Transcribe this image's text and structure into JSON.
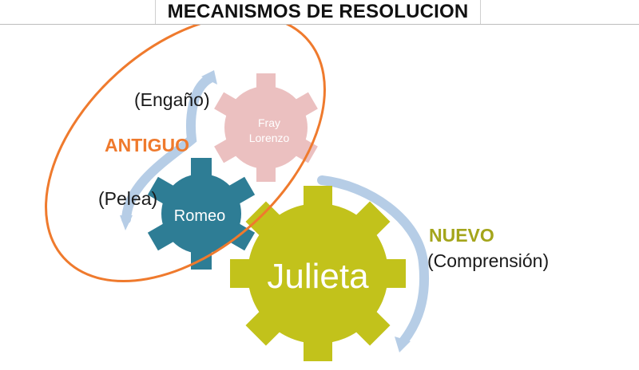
{
  "page_title": "MECANISMOS DE RESOLUCION",
  "labels": {
    "engano": "(Engaño)",
    "antiguo": "ANTIGUO",
    "pelea": "(Pelea)",
    "nuevo": "NUEVO",
    "comprension": "(Comprensión)"
  },
  "gears": {
    "fray_line1": "Fray",
    "fray_line2": "Lorenzo",
    "romeo": "Romeo",
    "julieta": "Julieta"
  },
  "colors": {
    "orange": "#ef7a2d",
    "pink_gear": "#ebc0c0",
    "teal_gear": "#2e7d95",
    "olive_gear": "#c2c21b",
    "arrow_blue": "#a9c4e2",
    "text_dark": "#1a1a1a"
  },
  "icons": {
    "gear_fray": "gear-icon",
    "gear_romeo": "gear-icon",
    "gear_julieta": "gear-icon",
    "arrow_old": "curved-arrow-icon",
    "arrow_new": "curved-arrow-icon"
  }
}
